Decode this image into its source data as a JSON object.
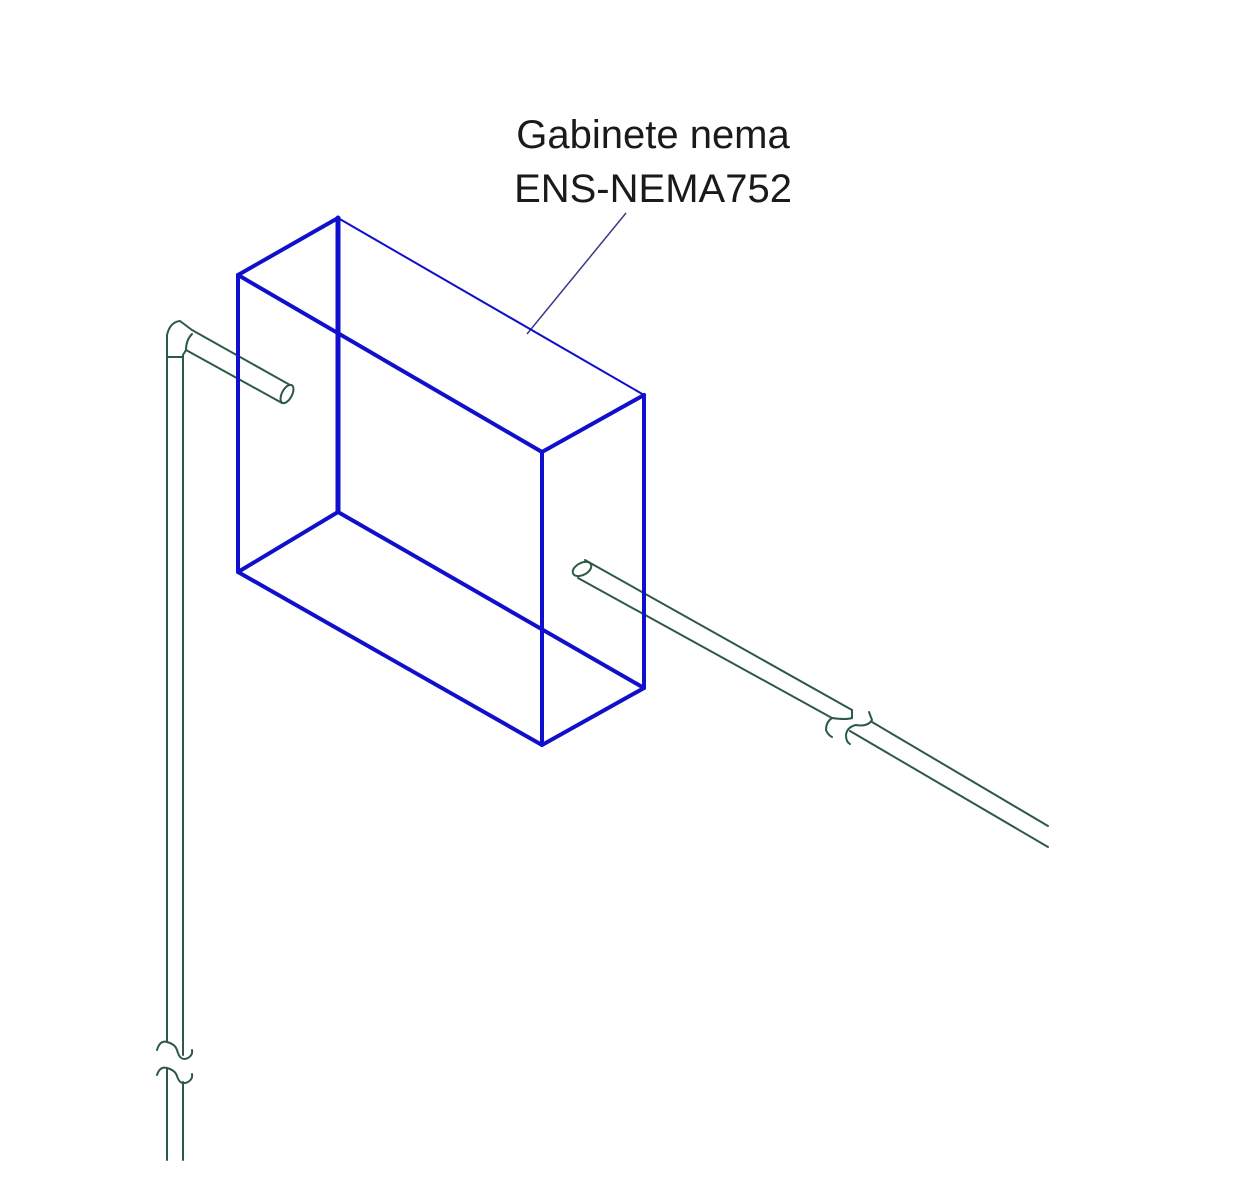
{
  "drawing": {
    "type": "isometric electrical installation drawing",
    "background": "#ffffff",
    "colors": {
      "enclosure": "#1010cc",
      "conduit": "#2d5a45",
      "leader": "#3a3a8a",
      "text": "#1a1a1a"
    }
  },
  "callout": {
    "line1": "Gabinete nema",
    "line2": "ENS-NEMA752"
  },
  "objects": [
    {
      "name": "nema-enclosure",
      "label": "Gabinete nema ENS-NEMA752"
    },
    {
      "name": "vertical-conduit-left",
      "break_symbol": true
    },
    {
      "name": "horizontal-conduit-right",
      "break_symbol": true
    }
  ]
}
